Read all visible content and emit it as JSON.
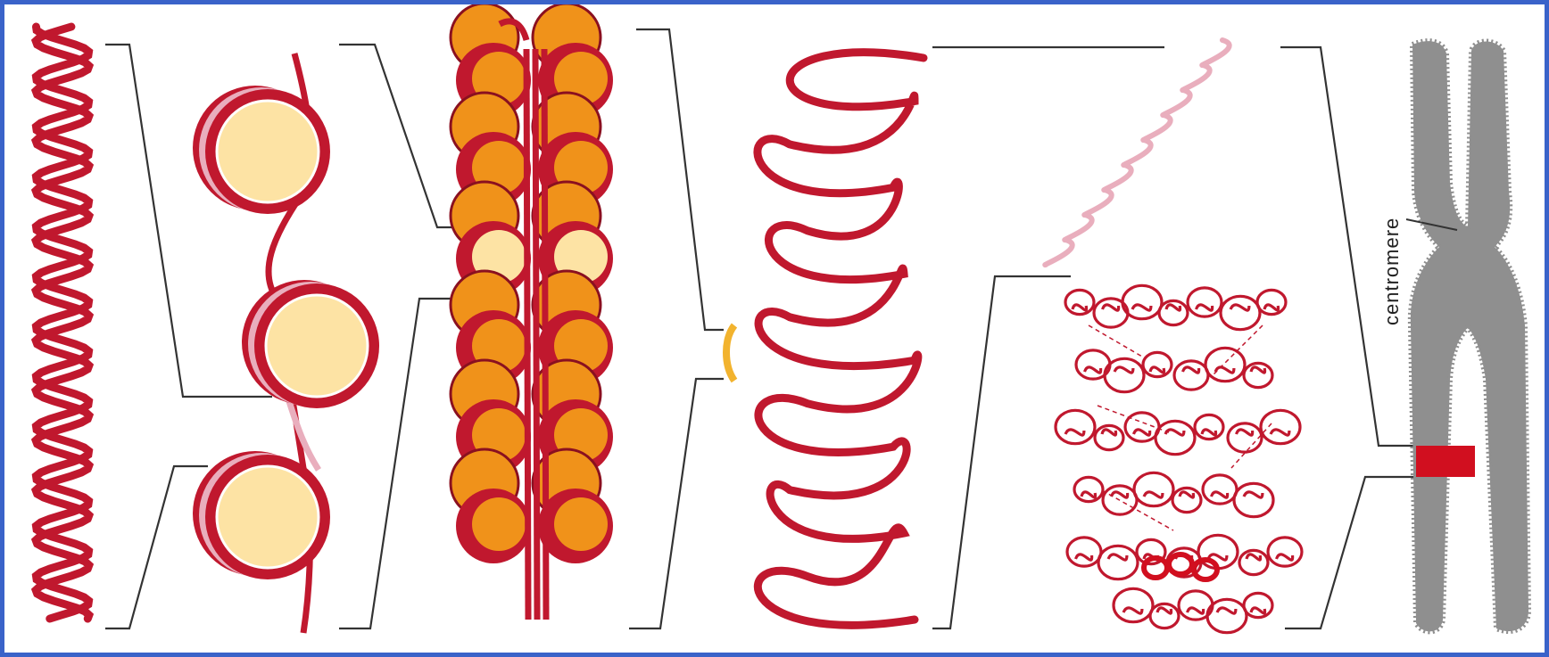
{
  "labels": {
    "centromere": "centromere"
  },
  "colors": {
    "frame": "#3a63c9",
    "dna": "#c0182e",
    "dna_light": "#e9aebd",
    "histone_core": "#fde3a4",
    "histone_orange": "#f0921a",
    "chromosome": "#8f8f8f",
    "band": "#d10f1f",
    "connector": "#333333"
  },
  "stages": [
    {
      "id": "double-helix"
    },
    {
      "id": "nucleosomes"
    },
    {
      "id": "chromatin-fiber"
    },
    {
      "id": "looped-domains"
    },
    {
      "id": "condensed-section"
    },
    {
      "id": "metaphase-chromosome"
    }
  ]
}
